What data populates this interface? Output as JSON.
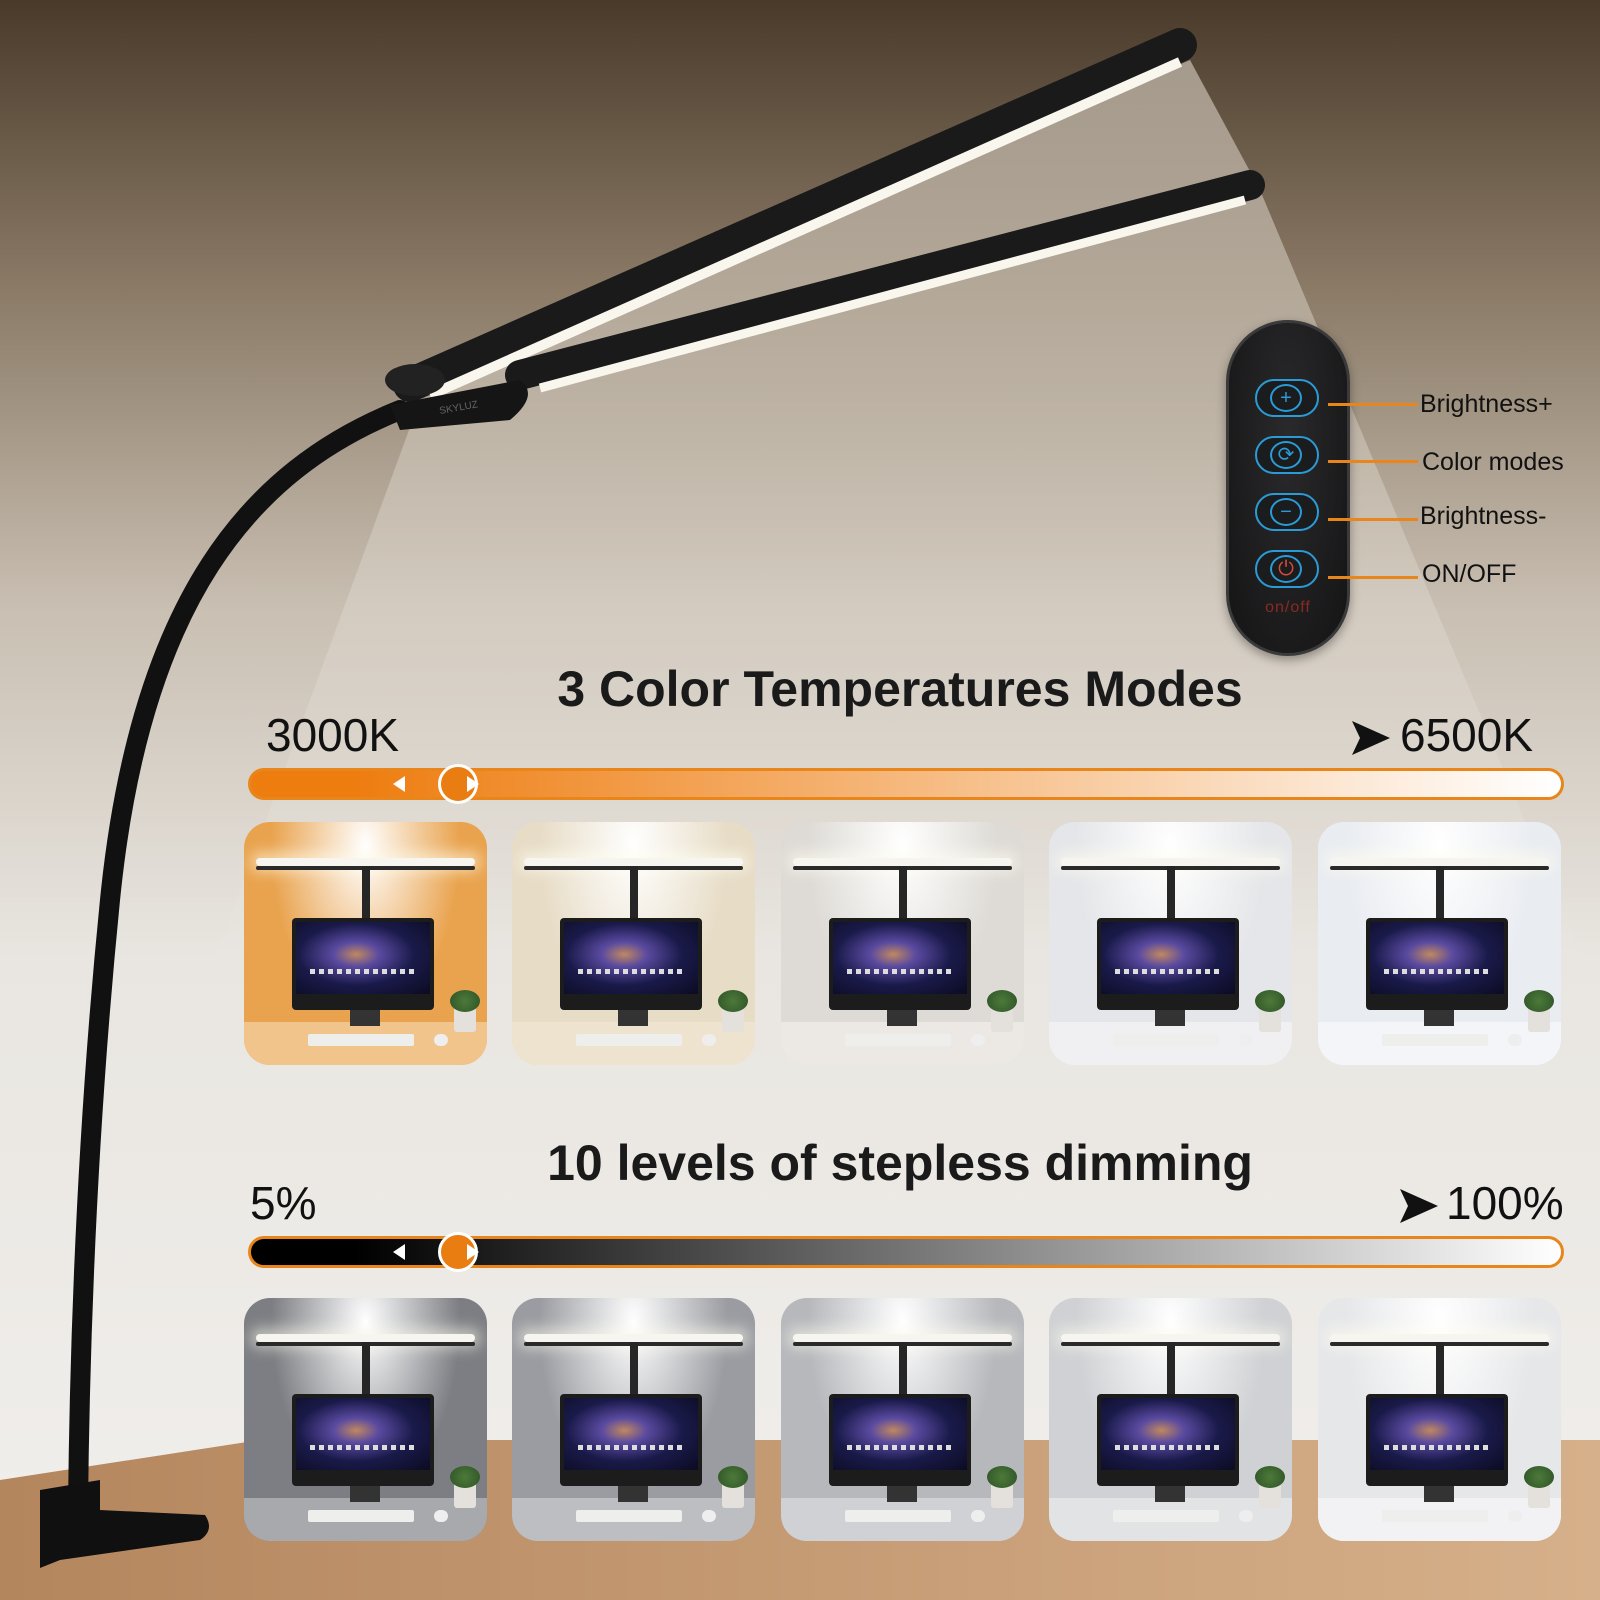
{
  "remote": {
    "buttons": [
      {
        "symbol": "+",
        "label": "Brightness+",
        "icon": "plus-icon"
      },
      {
        "symbol": "⟳",
        "label": "Color modes",
        "icon": "cycle-icon"
      },
      {
        "symbol": "−",
        "label": "Brightness-",
        "icon": "minus-icon"
      },
      {
        "symbol": "⏻",
        "label": "ON/OFF",
        "icon": "power-icon"
      }
    ],
    "device_print": "on/off"
  },
  "lamp": {
    "brand_print": "SKYLUZ"
  },
  "color_temp": {
    "title": "3 Color Temperatures Modes",
    "start_label": "3000K",
    "end_label": "6500K",
    "slider_level": 0.14,
    "gradient_from": "#ee7d10",
    "gradient_to": "#ffffff",
    "thumb_palettes": [
      {
        "wall": "#e9a34e",
        "desk": "#f0c48a"
      },
      {
        "wall": "#e7dcc6",
        "desk": "#eee3cf"
      },
      {
        "wall": "#dedbd6",
        "desk": "#ece9e4"
      },
      {
        "wall": "#e5e6e9",
        "desk": "#f0f0f2"
      },
      {
        "wall": "#e9ecf1",
        "desk": "#f3f5f8"
      }
    ]
  },
  "dimming": {
    "title": "10 levels of stepless dimming",
    "start_label": "5%",
    "end_label": "100%",
    "slider_level": 0.14,
    "gradient_from": "#000000",
    "gradient_to": "#ffffff",
    "thumb_palettes": [
      {
        "wall": "#7c7e83",
        "desk": "#a7a9ad"
      },
      {
        "wall": "#9a9ca1",
        "desk": "#bcbec2"
      },
      {
        "wall": "#b6b8bc",
        "desk": "#cfd1d4"
      },
      {
        "wall": "#cfd1d4",
        "desk": "#e2e3e5"
      },
      {
        "wall": "#e6e7e9",
        "desk": "#f2f2f4"
      }
    ]
  },
  "accent_color": "#e8861c"
}
